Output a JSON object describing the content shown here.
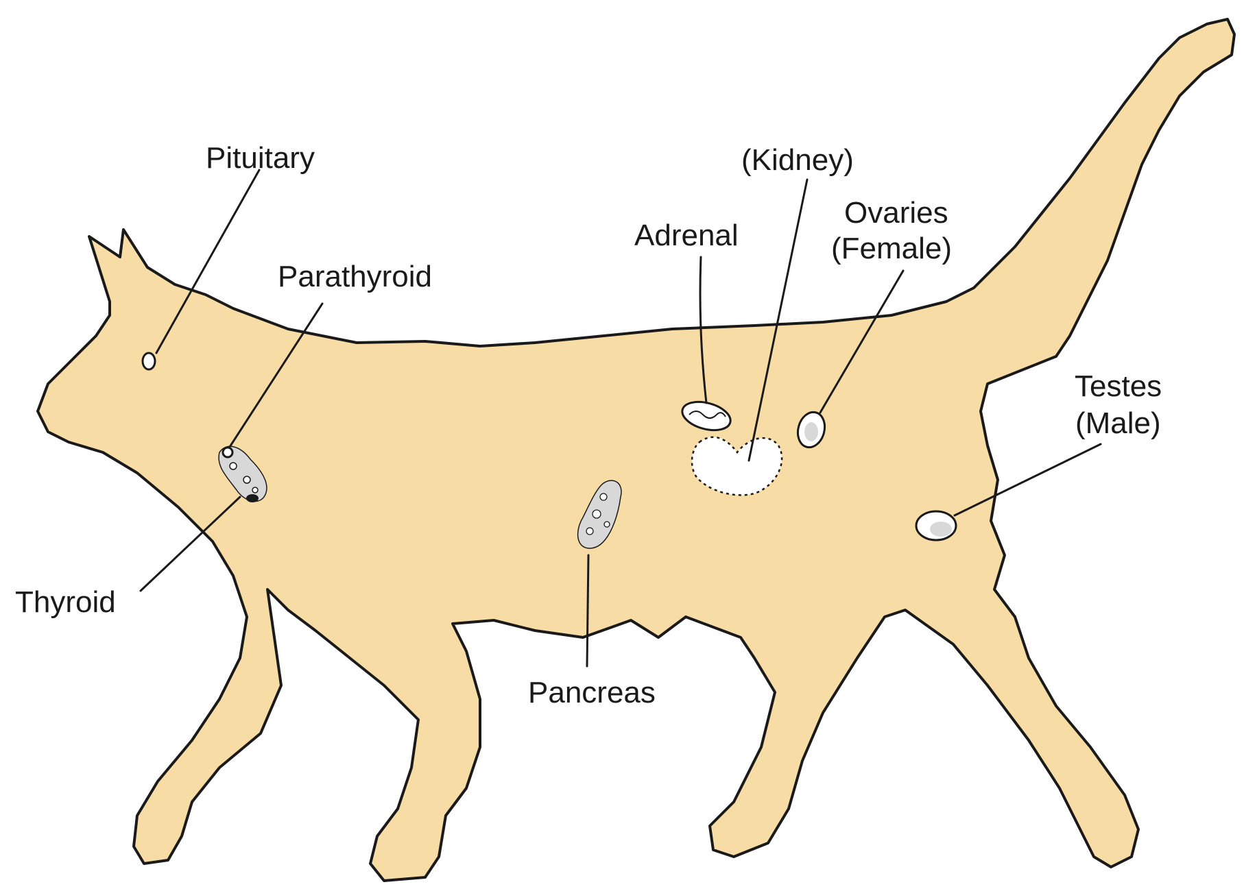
{
  "colors": {
    "body_fill": "#f8dca6",
    "outline": "#1a1a1a",
    "organ_fill": "#ffffff"
  },
  "labels": {
    "pituitary": "Pituitary",
    "parathyroid": "Parathyroid",
    "thyroid": "Thyroid",
    "adrenal": "Adrenal",
    "kidney": "(Kidney)",
    "ovaries_line1": "Ovaries",
    "ovaries_line2": "(Female)",
    "testes_line1": "Testes",
    "testes_line2": "(Male)",
    "pancreas": "Pancreas"
  }
}
